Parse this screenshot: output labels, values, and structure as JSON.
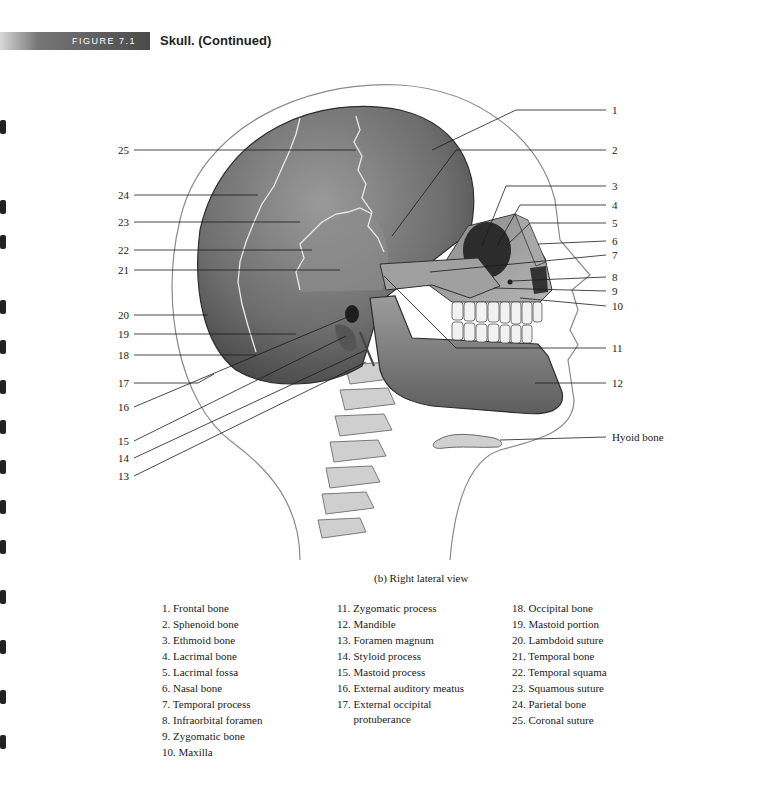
{
  "diagram": {
    "title": "Skull. (Continued)",
    "caption": "(b) Right lateral view",
    "labels": [
      "FIGURE 7.1",
      "1",
      "2",
      "3",
      "4",
      "5",
      "6",
      "7",
      "8",
      "9",
      "10",
      "11",
      "12",
      "13",
      "14",
      "15",
      "16",
      "17",
      "18",
      "19",
      "20",
      "21",
      "22",
      "23",
      "24",
      "25",
      "Hyoid bone",
      "1. Frontal bone",
      "2. Sphenoid bone",
      "3. Ethmoid bone",
      "4. Lacrimal bone",
      "5. Lacrimal fossa",
      "6. Nasal bone",
      "7. Temporal process",
      "8. Infraorbital foramen",
      "9. Zygomatic bone",
      "10. Maxilla",
      "11. Zygomatic process",
      "12. Mandible",
      "13. Foramen magnum",
      "14. Styloid process",
      "15. Mastoid process",
      "16. External auditory meatus",
      "17. External occipital protuberance",
      "18. Occipital bone",
      "19. Mastoid portion",
      "20. Lambdoid suture",
      "21. Temporal bone",
      "22. Temporal squama",
      "23. Squamous suture",
      "24. Parietal bone",
      "25. Coronal suture"
    ]
  }
}
